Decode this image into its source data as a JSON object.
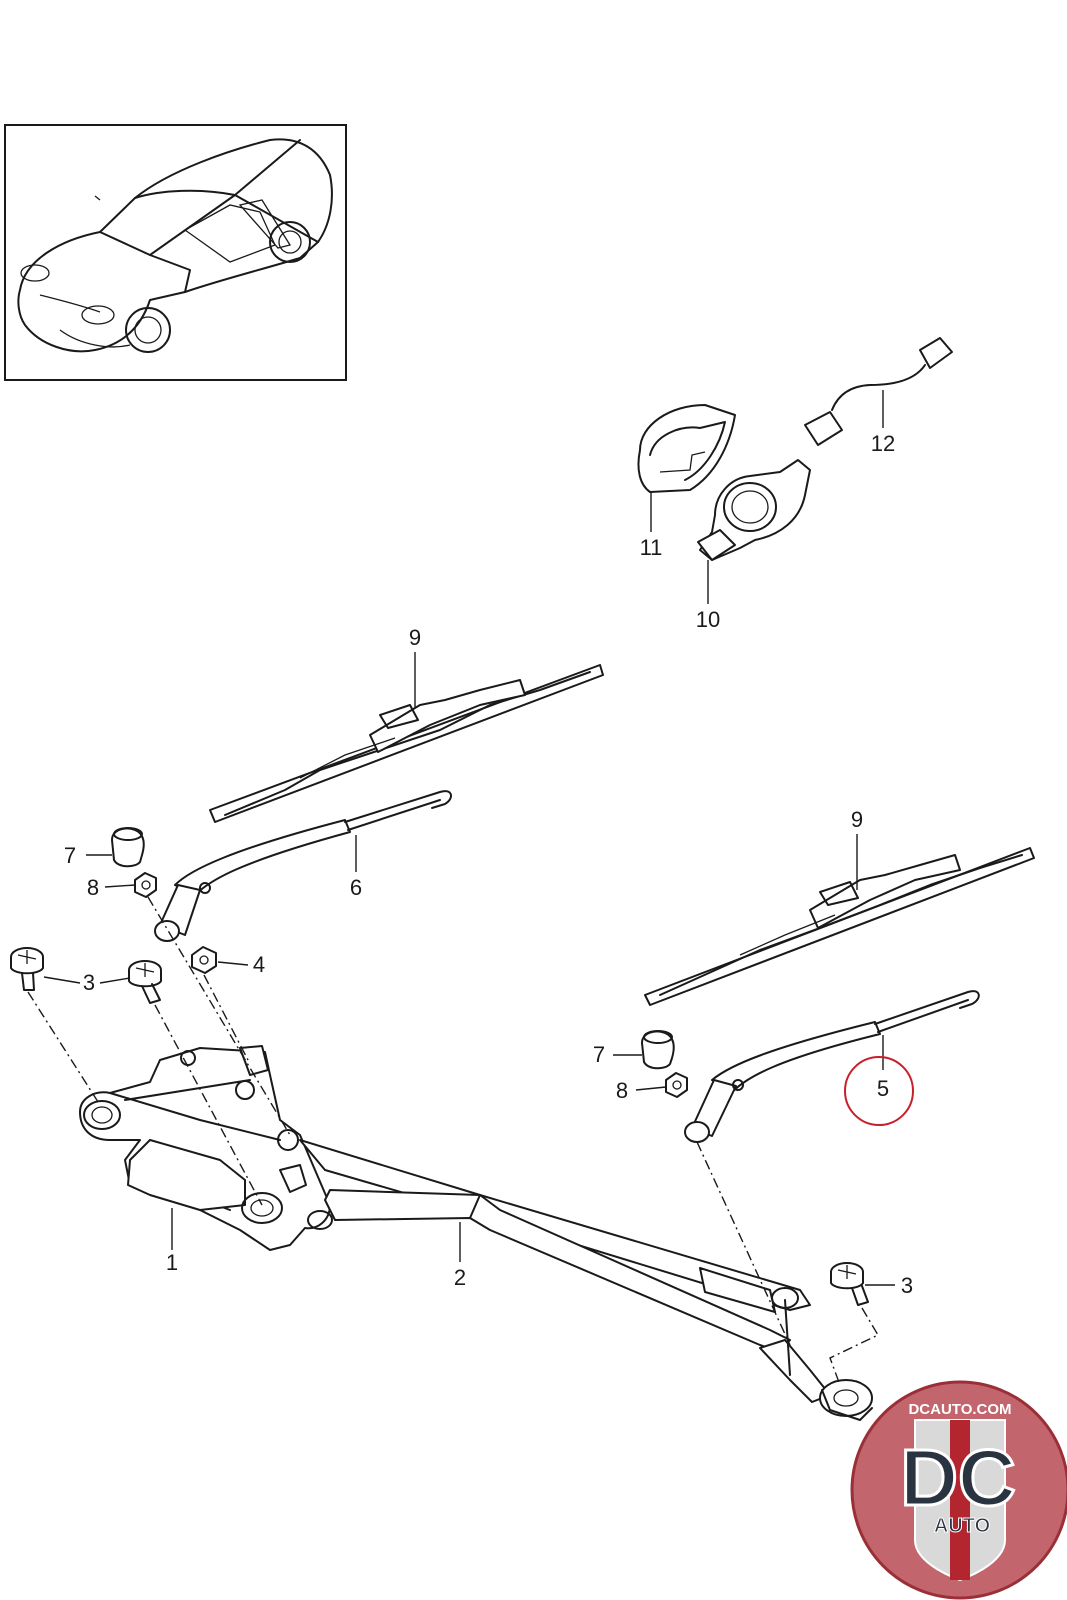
{
  "callouts": [
    {
      "id": "11",
      "label": "11"
    },
    {
      "id": "12",
      "label": "12"
    },
    {
      "id": "10",
      "label": "10"
    },
    {
      "id": "9a",
      "label": "9"
    },
    {
      "id": "9b",
      "label": "9"
    },
    {
      "id": "7a",
      "label": "7"
    },
    {
      "id": "8a",
      "label": "8"
    },
    {
      "id": "6",
      "label": "6"
    },
    {
      "id": "3a",
      "label": "3"
    },
    {
      "id": "4",
      "label": "4"
    },
    {
      "id": "7b",
      "label": "7"
    },
    {
      "id": "8b",
      "label": "8"
    },
    {
      "id": "5",
      "label": "5"
    },
    {
      "id": "1",
      "label": "1"
    },
    {
      "id": "2",
      "label": "2"
    },
    {
      "id": "3b",
      "label": "3"
    }
  ],
  "highlighted_callout": "5",
  "logo": {
    "top_text": "DCAUTO.COM",
    "big_text": "DC",
    "sub_text": "AUTO"
  },
  "colors": {
    "line": "#1a1a1a",
    "highlight_circle": "#c8202a",
    "logo_red": "#b3262f",
    "logo_dark": "#2a3340"
  }
}
